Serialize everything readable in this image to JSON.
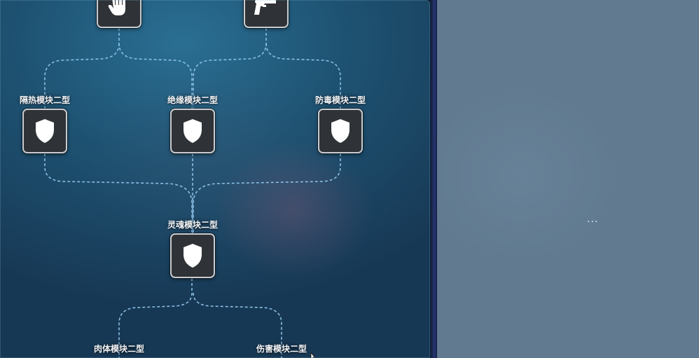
{
  "skill_tree": {
    "top_nodes": [
      {
        "id": "hand",
        "icon": "hand-icon"
      },
      {
        "id": "gun",
        "icon": "pistol-icon"
      }
    ],
    "tier1": [
      {
        "label": "隔热模块二型",
        "icon": "shield-icon"
      },
      {
        "label": "绝缘模块二型",
        "icon": "shield-icon"
      },
      {
        "label": "防毒模块二型",
        "icon": "shield-icon"
      }
    ],
    "tier2": [
      {
        "label": "灵魂模块二型",
        "icon": "shield-icon"
      }
    ],
    "tier3": [
      {
        "label": "肉体模块二型",
        "icon": "shield-icon"
      },
      {
        "label": "伤害模块二型",
        "icon": "shield-icon"
      }
    ]
  },
  "side_panel": {
    "more_label": "..."
  },
  "colors": {
    "link": "#8fc3ea",
    "node_bg": "#2f3236",
    "node_border": "#c8ccd0",
    "side_panel": "#617a90"
  }
}
